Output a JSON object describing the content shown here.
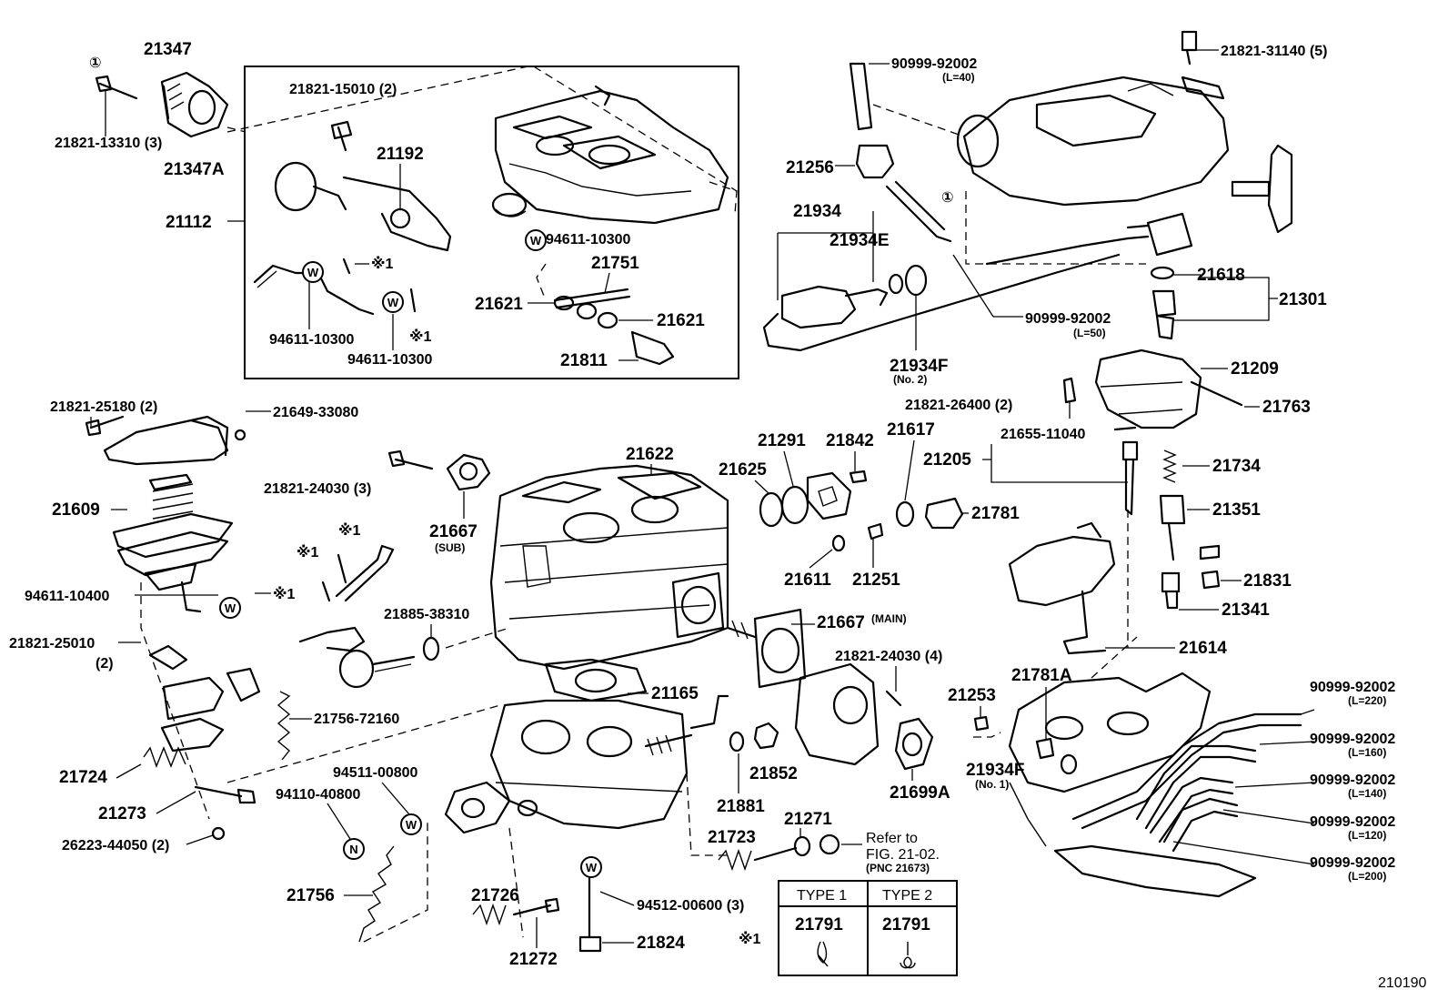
{
  "diagram_id": "210190",
  "inset_labels": [
    "21347",
    "21821-13310 (3)",
    "21347A",
    "21112",
    "21821-15010 (2)",
    "21192",
    "94611-10300",
    "94611-10300",
    "94611-10300",
    "21751",
    "21621",
    "21621",
    "21811",
    "※1",
    "※1"
  ],
  "main_labels": {
    "p21821_25180": "21821-25180 (2)",
    "p21649_33080": "21649-33080",
    "p21821_24030a": "21821-24030 (3)",
    "p21667": "21667",
    "p21667_sub": "(SUB)",
    "p21622": "21622",
    "p21609": "21609",
    "p94611_10400": "94611-10400",
    "p21821_25010": "21821-25010",
    "p21821_25010_qty": "(2)",
    "p21885_38310": "21885-38310",
    "p21756_72160": "21756-72160",
    "p21724": "21724",
    "p21273": "21273",
    "p26223_44050": "26223-44050 (2)",
    "p94110_40800": "94110-40800",
    "p94511_00800": "94511-00800",
    "p21756": "21756",
    "p21165": "21165",
    "p21667_main": "21667",
    "p21667_main_tag": "(MAIN)",
    "p21821_24030b": "21821-24030 (4)",
    "p21881": "21881",
    "p21852": "21852",
    "p21699a": "21699A",
    "p21271": "21271",
    "p21723": "21723",
    "p21726": "21726",
    "p21272": "21272",
    "p94512_00600": "94512-00600 (3)",
    "p21824": "21824",
    "p21625": "21625",
    "p21291": "21291",
    "p21842": "21842",
    "p21617": "21617",
    "p21611": "21611",
    "p21251": "21251",
    "p21781": "21781",
    "p21205": "21205",
    "p21655_11040": "21655-11040",
    "p21821_26400": "21821-26400 (2)",
    "p21934": "21934",
    "p21934e": "21934E",
    "p21934f": "21934F",
    "p21934f_no2": "(No. 2)",
    "p21256": "21256",
    "p90999_l40": "90999-92002",
    "p90999_l40_len": "(L=40)",
    "p90999_l50": "90999-92002",
    "p90999_l50_len": "(L=50)",
    "p21821_31140": "21821-31140 (5)",
    "p21618": "21618",
    "p21301": "21301",
    "p21209": "21209",
    "p21763": "21763",
    "p21734": "21734",
    "p21351": "21351",
    "p21831": "21831",
    "p21341": "21341",
    "p21614": "21614",
    "p21253": "21253",
    "p21781a": "21781A",
    "p21934f_b": "21934F",
    "p21934f_no1": "(No. 1)",
    "p90999_l220": "90999-92002",
    "p90999_l220_len": "(L=220)",
    "p90999_l160": "90999-92002",
    "p90999_l160_len": "(L=160)",
    "p90999_l140": "90999-92002",
    "p90999_l140_len": "(L=140)",
    "p90999_l120": "90999-92002",
    "p90999_l120_len": "(L=120)",
    "p90999_l200": "90999-92002",
    "p90999_l200_len": "(L=200)"
  },
  "marks": {
    "circle_one": "①",
    "kome": "※1",
    "washer_w": "W",
    "washer_n": "N"
  },
  "reference_note": {
    "line1": "Refer to",
    "line2": "FIG. 21-02.",
    "line3": "(PNC 21673)"
  },
  "type_table": {
    "headers": [
      "TYPE 1",
      "TYPE 2"
    ],
    "values": [
      "21791",
      "21791"
    ],
    "row_mark": "※1"
  }
}
